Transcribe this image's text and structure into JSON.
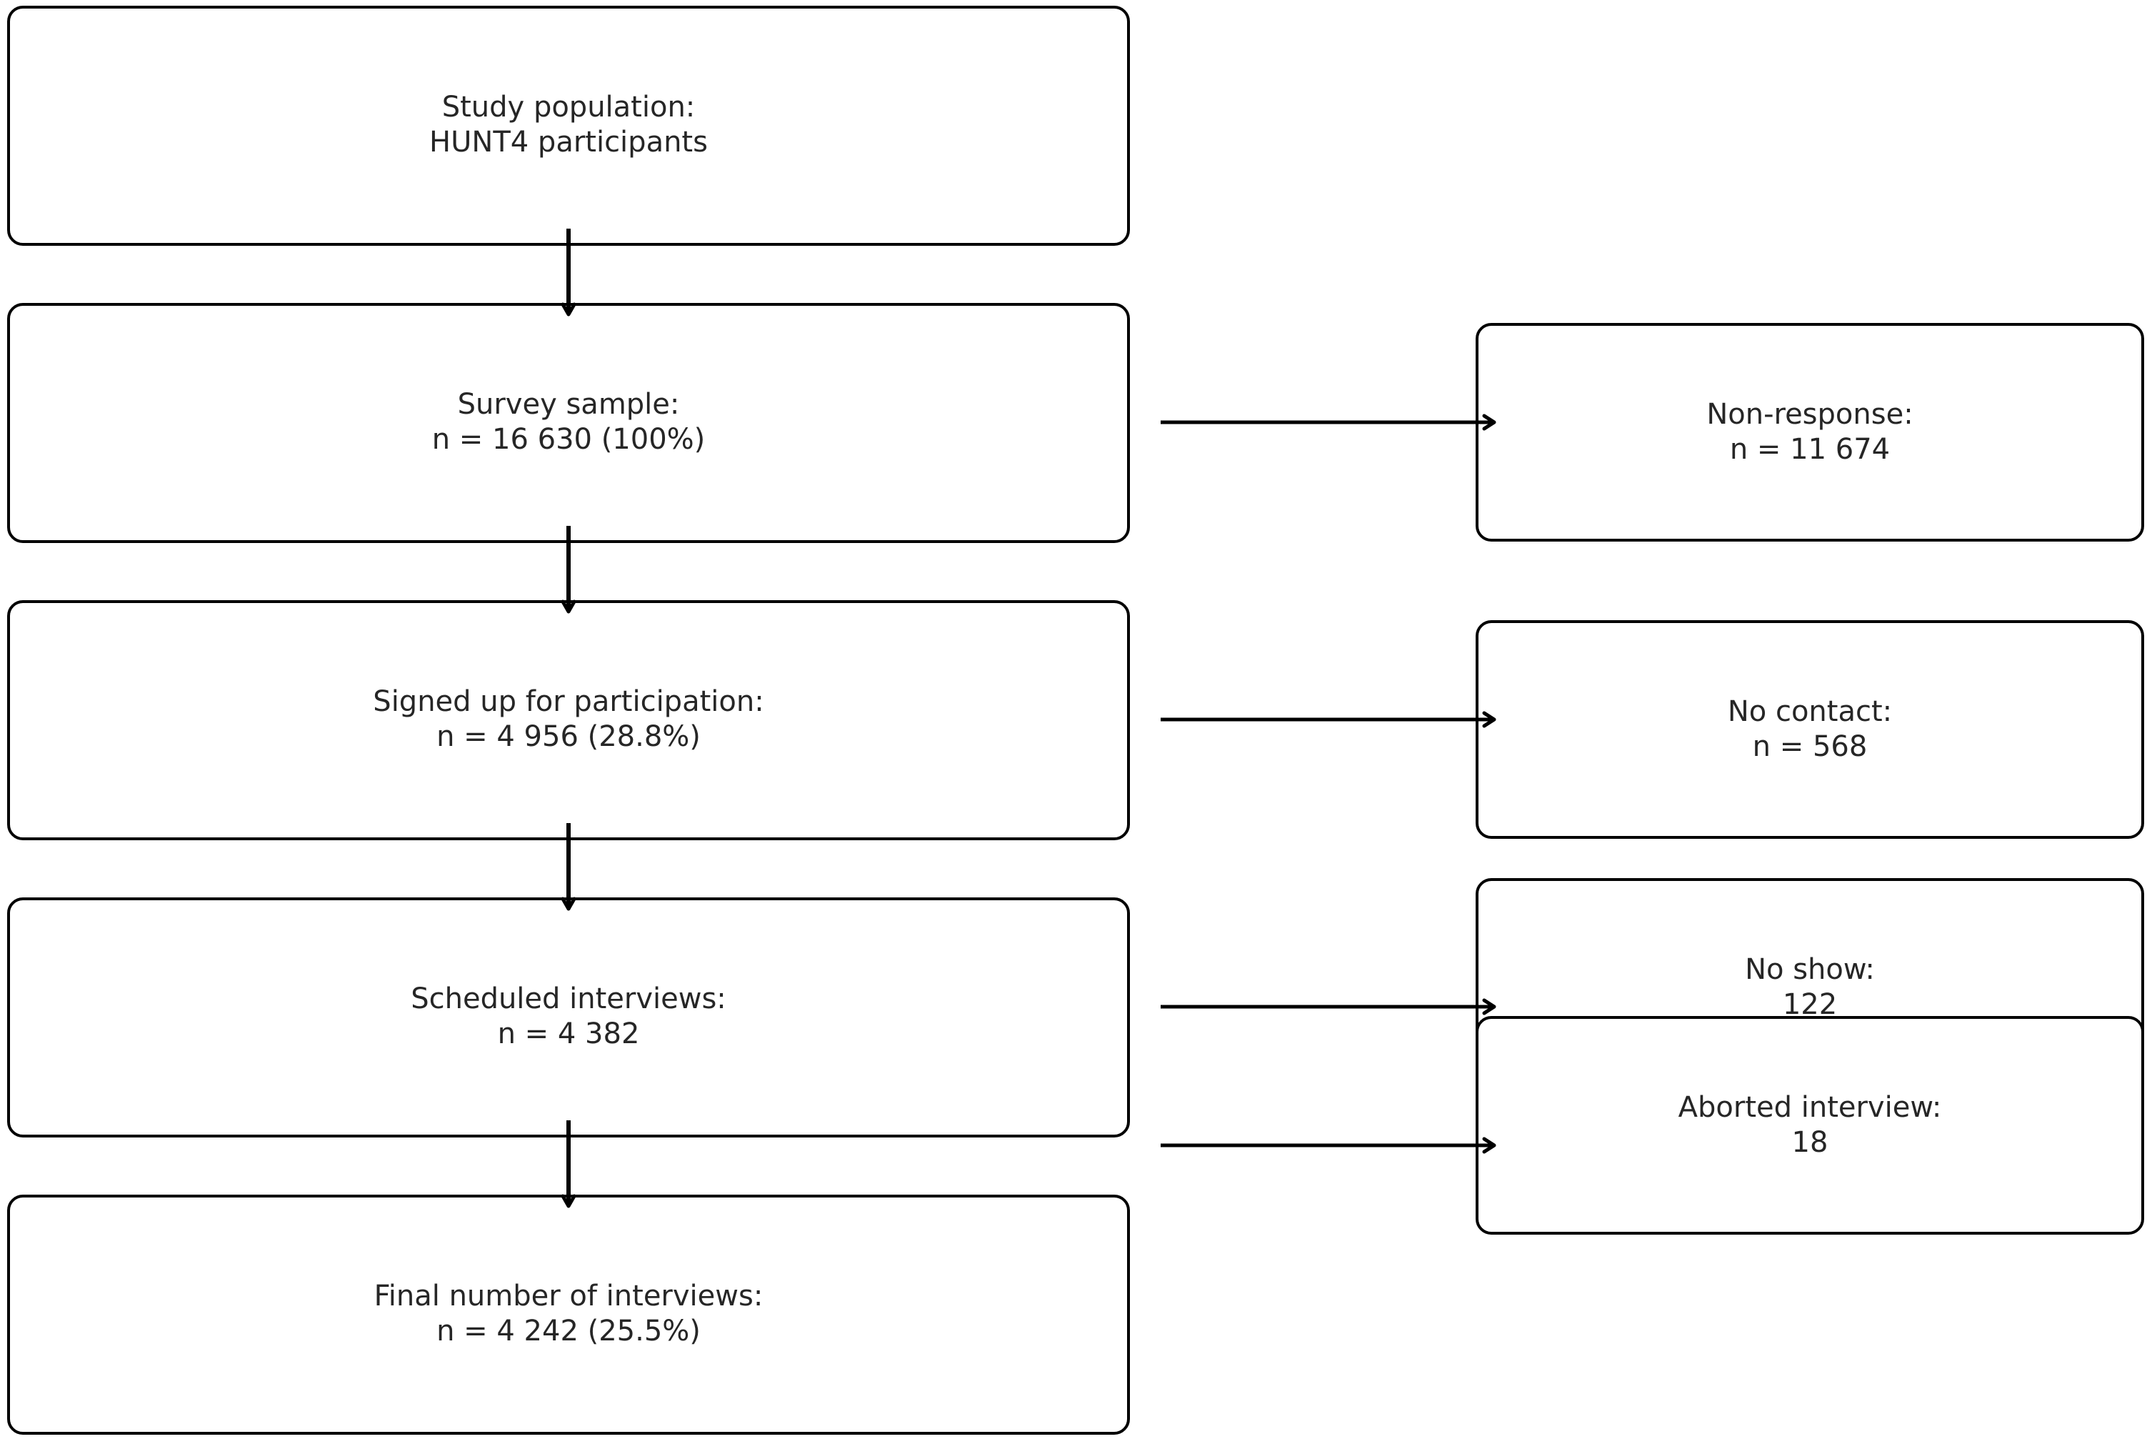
{
  "main_flow": [
    {
      "line1": "Study population:",
      "line2": "HUNT4 participants"
    },
    {
      "line1": "Survey sample:",
      "line2": "n = 16 630 (100%)"
    },
    {
      "line1": "Signed up for participation:",
      "line2": "n = 4 956 (28.8%)"
    },
    {
      "line1": "Scheduled interviews:",
      "line2": "n = 4 382"
    },
    {
      "line1": "Final number of interviews:",
      "line2": "n = 4 242 (25.5%)"
    }
  ],
  "exclusions": [
    {
      "line1": "Non-response:",
      "line2": "n = 11 674"
    },
    {
      "line1": "No contact:",
      "line2": "n = 568"
    },
    {
      "line1": "No show:",
      "line2": "122"
    },
    {
      "line1": "Aborted interview:",
      "line2": "18"
    }
  ],
  "colors": {
    "border": "#000000",
    "text": "#262626",
    "background": "#ffffff"
  }
}
